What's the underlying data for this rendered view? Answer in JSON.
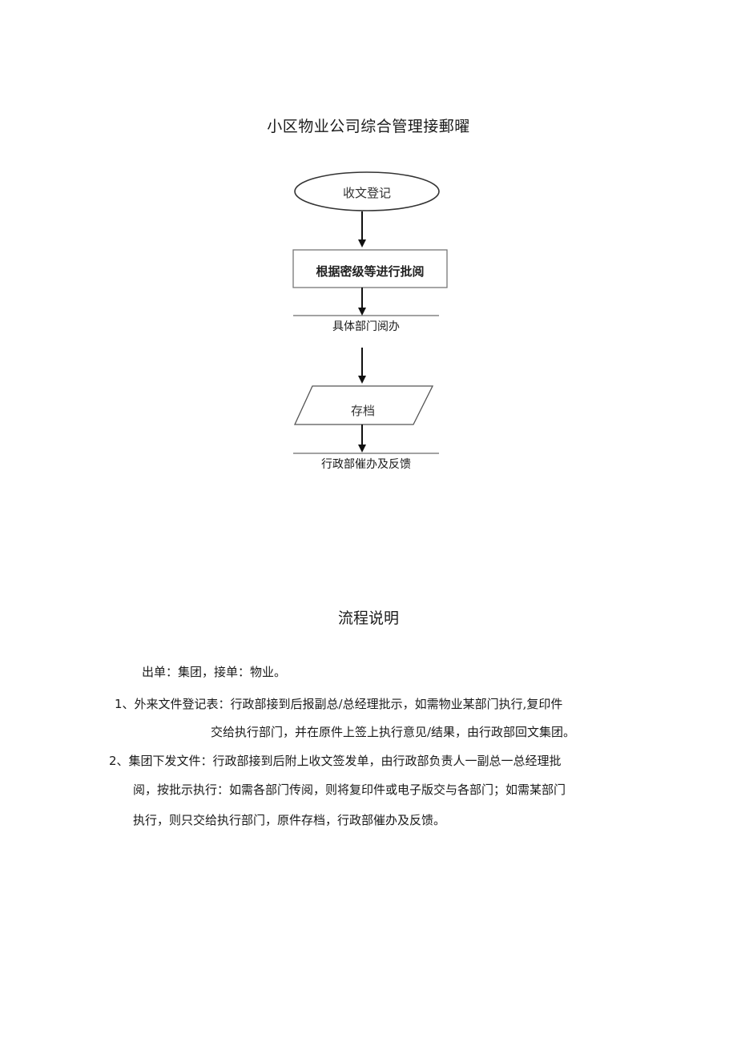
{
  "document": {
    "title": "小区物业公司综合管理接郵曜"
  },
  "flowchart": {
    "start_node": "收文登记",
    "approve_node": "根据密级等进行批阅",
    "dept_step": "具体部门阅办",
    "archive_node": "存档",
    "supervise_step": "行政部催办及反馈"
  },
  "explanation": {
    "heading": "流程说明",
    "intro": "出单：集团，接单：物业。",
    "item1_number": "1",
    "item1_line1": "、外来文件登记表：行政部接到后报副总/总经理批示，如需物业某部门执行,复印件",
    "item1_line2": "交给执行部门，并在原件上签上执行意见/结果，由行政部回文集团。",
    "item2_number": "2",
    "item2_line1": "、集团下发文件：行政部接到后附上收文签发单，由行政部负责人一副总一总经理批",
    "item2_line2": "阅，按批示执行：如需各部门传阅，则将复印件或电子版交与各部门；如需某部门",
    "item2_line3": "执行，则只交给执行部门，原件存档，行政部催办及反馈。"
  }
}
